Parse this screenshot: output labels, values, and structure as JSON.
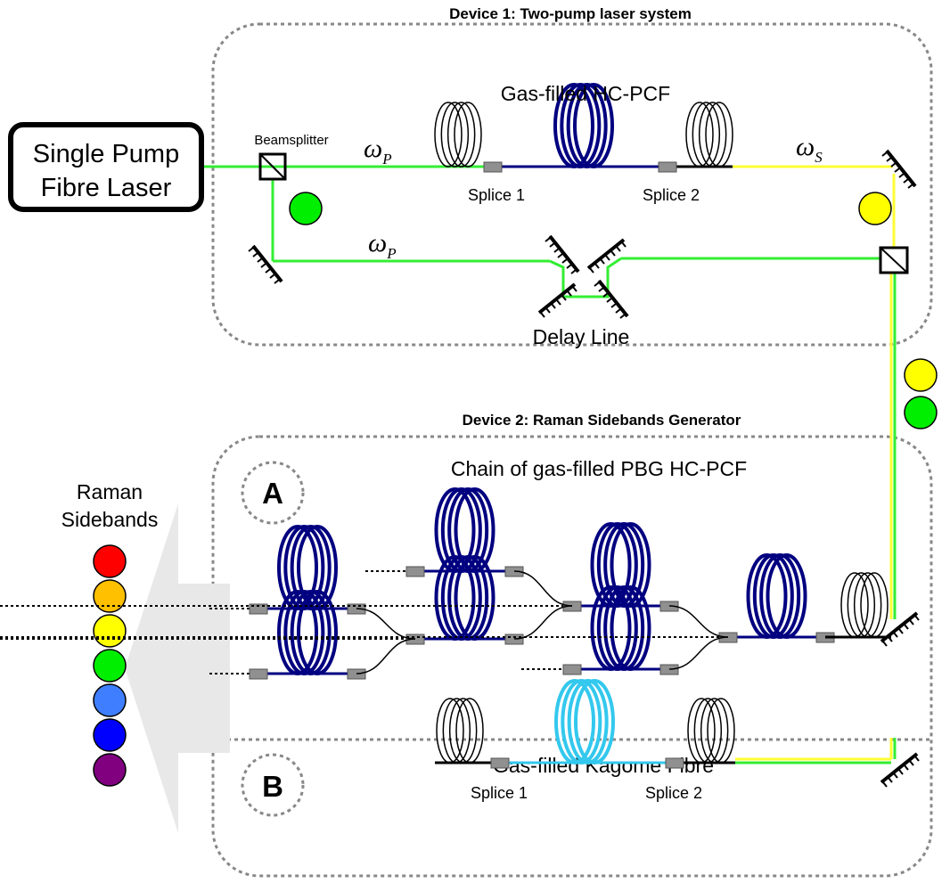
{
  "device1": {
    "title": "Device 1: Two-pump laser system",
    "laser_line1": "Single Pump",
    "laser_line2": "Fibre Laser",
    "beamsplitter_label": "Beamsplitter",
    "fibre_label": "Gas-filled HC-PCF",
    "splice1": "Splice 1",
    "splice2": "Splice 2",
    "delay_label": "Delay Line",
    "omega": "ω",
    "pump_sub": "P",
    "stokes_sub": "S"
  },
  "device2": {
    "title": "Device 2: Raman Sidebands Generator",
    "a_marker": "A",
    "a_label": "Chain of gas-filled PBG HC-PCF",
    "b_marker": "B",
    "b_label": "Gas-filled Kagome Fibre",
    "splice1": "Splice 1",
    "splice2": "Splice 2"
  },
  "sidebands": {
    "line1": "Raman",
    "line2": "Sidebands",
    "colors": [
      "#ff0000",
      "#ffc000",
      "#ffff00",
      "#00ee00",
      "#3f7fff",
      "#0000ff",
      "#800080"
    ]
  },
  "colors": {
    "pump": "#33ee33",
    "stokes": "#ffff33",
    "pbg_fibre": "#000080",
    "kagome_fibre": "#33c8ee",
    "splice": "#909090"
  }
}
